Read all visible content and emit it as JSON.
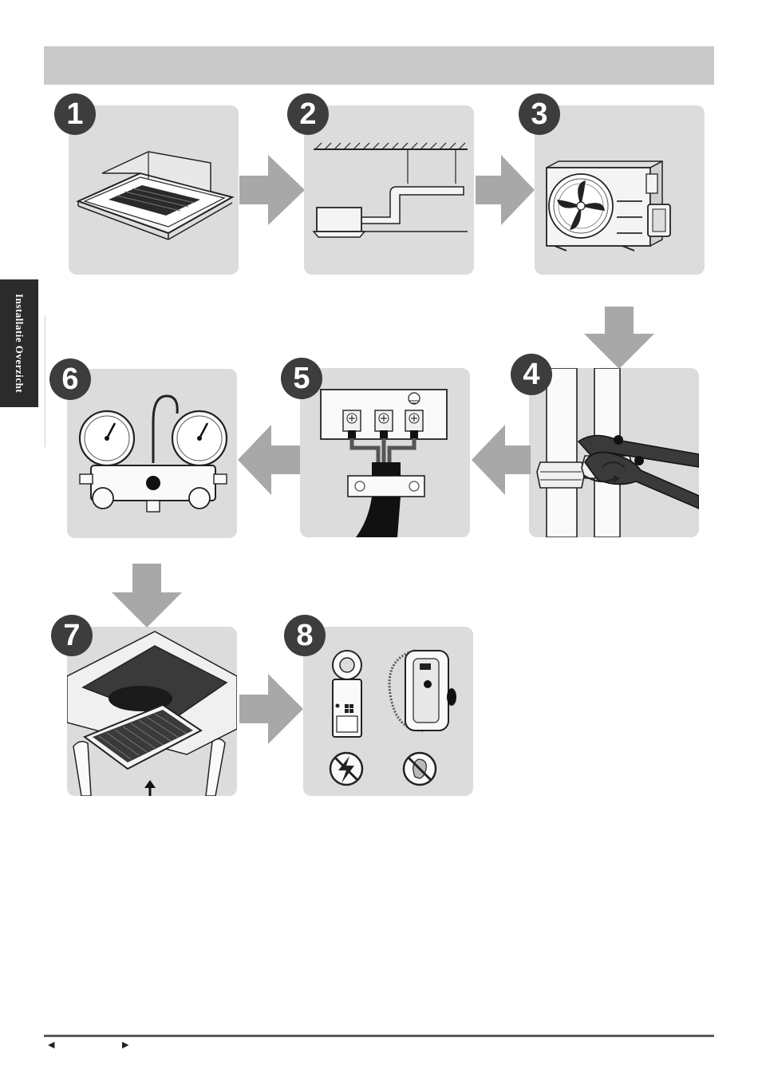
{
  "side_tab": {
    "label": "Installatie Overzicht"
  },
  "steps": [
    {
      "number": "1",
      "icon": "ceiling-cassette-unit-icon"
    },
    {
      "number": "2",
      "icon": "drain-pipe-installation-icon"
    },
    {
      "number": "3",
      "icon": "outdoor-unit-icon"
    },
    {
      "number": "4",
      "icon": "pipe-flare-wrench-icon"
    },
    {
      "number": "5",
      "icon": "wiring-terminal-block-icon"
    },
    {
      "number": "6",
      "icon": "manifold-gauge-icon"
    },
    {
      "number": "7",
      "icon": "front-panel-grille-icon"
    },
    {
      "number": "8",
      "icon": "test-instruments-icon"
    }
  ],
  "footer": {
    "prev_symbol": "◀",
    "next_symbol": "▶"
  },
  "colors": {
    "panel": "#dcdcdc",
    "badge": "#3d3d3d",
    "arrow": "#a8a8a8",
    "header_bar": "#c9c9c9",
    "side_tab": "#2b2b2b"
  }
}
